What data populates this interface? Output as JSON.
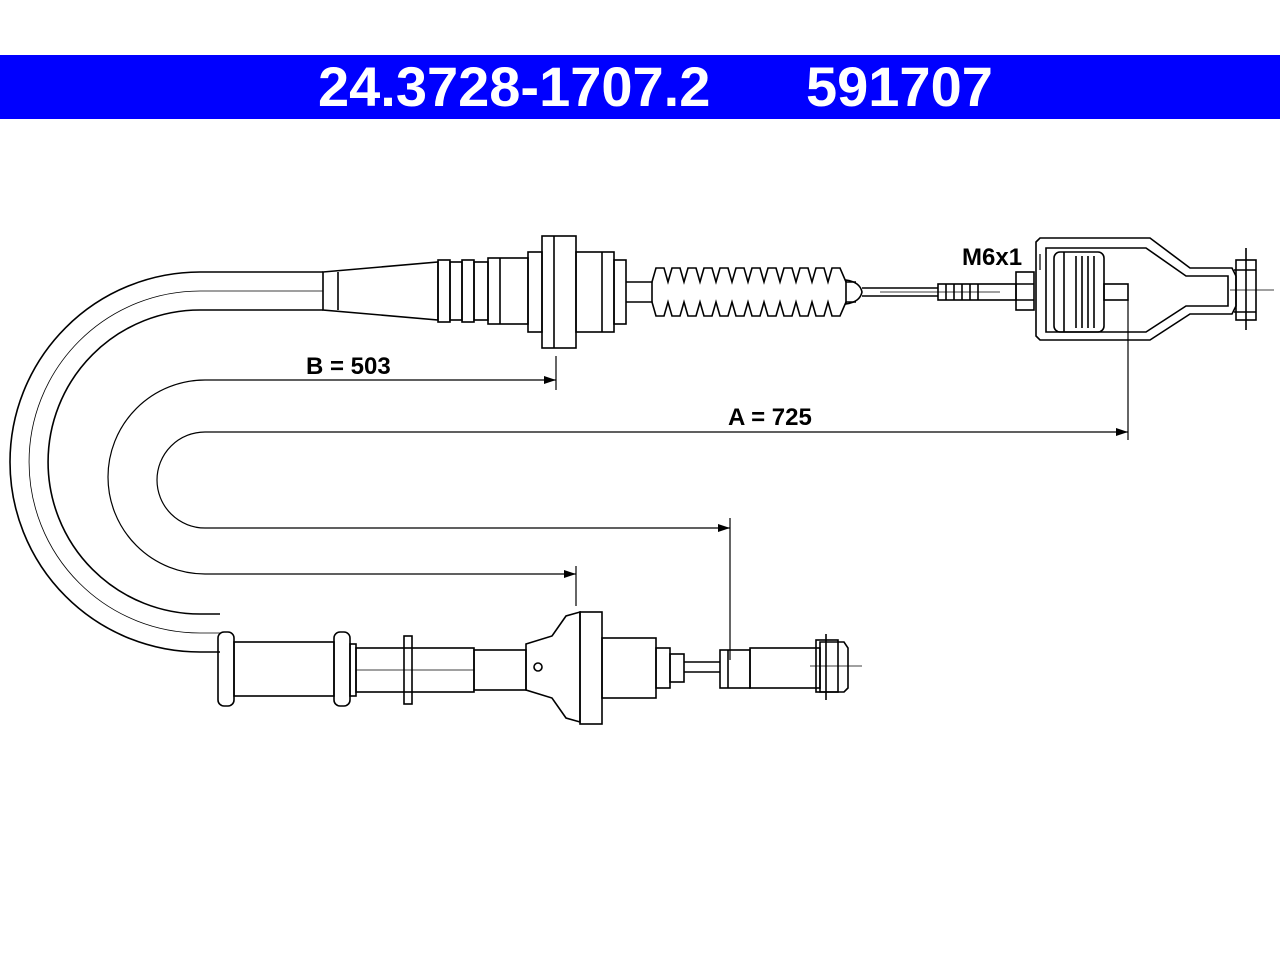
{
  "header": {
    "part_number": "24.3728-1707.2",
    "ref_number": "591707",
    "background_color": "#0000ff",
    "text_color": "#ffffff"
  },
  "dimensions": {
    "b_label": "B = 503",
    "a_label": "A = 725",
    "thread_label": "M6x1"
  }
}
